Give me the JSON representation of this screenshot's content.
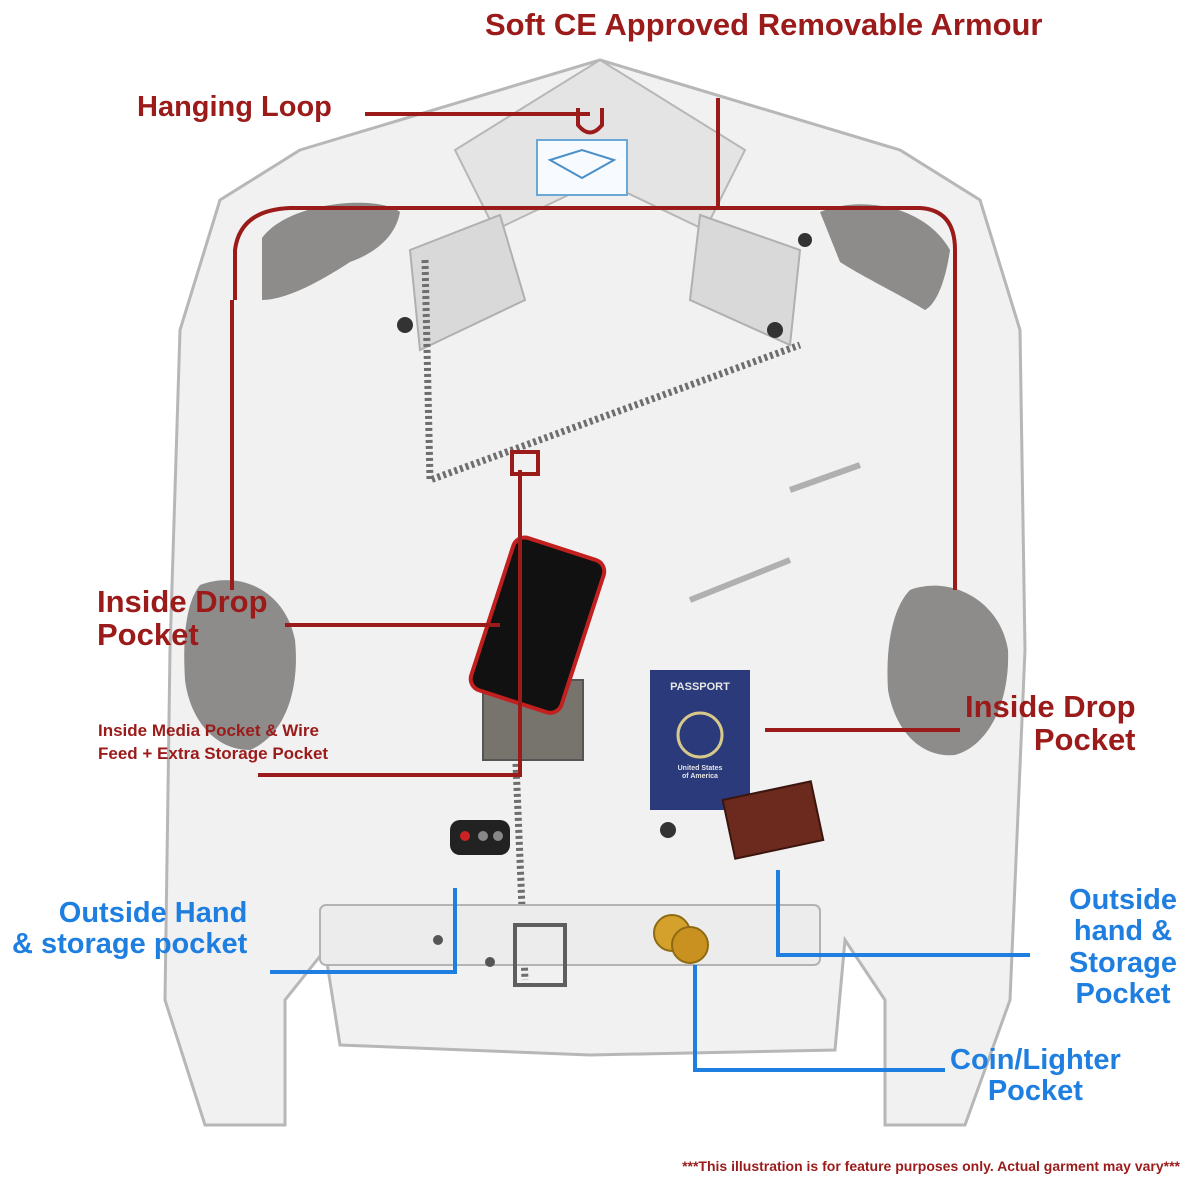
{
  "colors": {
    "callout_red": "#9b1b1b",
    "callout_blue": "#1f7fe0",
    "jacket_fill": "#f1f1f1",
    "jacket_outline": "#b7b7b7",
    "armour_grey": "#7d7a78"
  },
  "callouts": {
    "armour": "Soft CE Approved Removable Armour",
    "hanging_loop": "Hanging Loop",
    "inside_drop_left": "Inside Drop\nPocket",
    "media_pocket": "Inside Media Pocket & Wire\nFeed + Extra Storage Pocket",
    "inside_drop_right": "Inside Drop\nPocket",
    "outside_hand_left": "Outside Hand\n& storage pocket",
    "outside_hand_right": "Outside\nhand &\nStorage\nPocket",
    "coin_lighter": "Coin/Lighter\nPocket"
  },
  "passport": {
    "title": "PASSPORT",
    "issuer": "United States\nof America"
  },
  "disclaimer": "***This illustration is for feature purposes only.  Actual garment may vary***"
}
